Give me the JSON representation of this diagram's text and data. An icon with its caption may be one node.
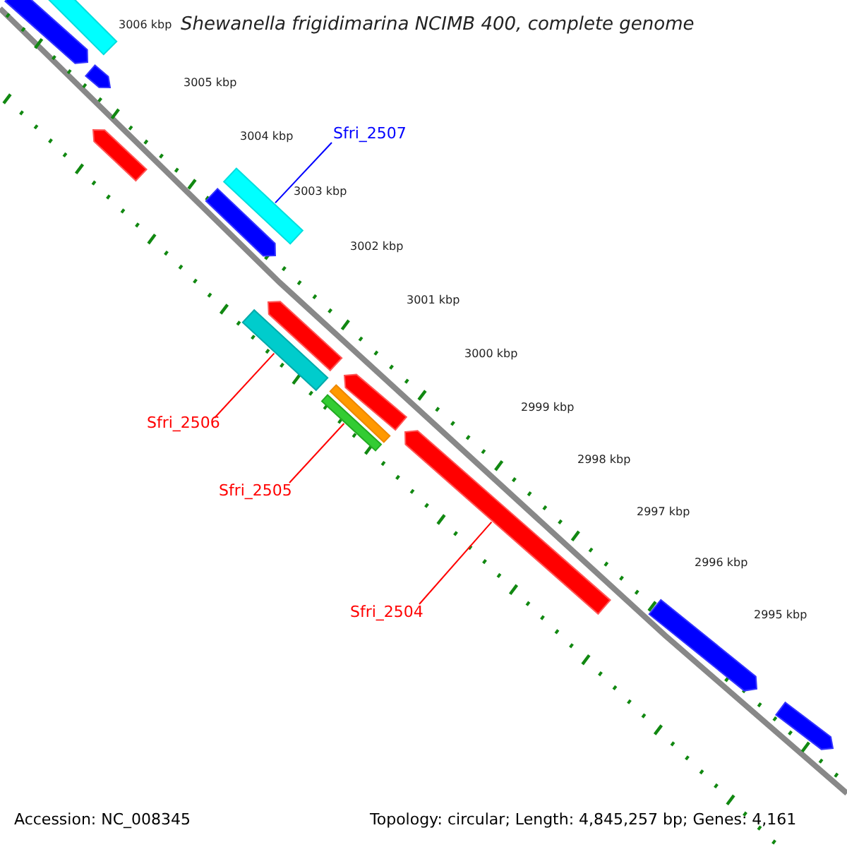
{
  "diagram": {
    "title": "Shewanella frigidimarina NCIMB 400, complete genome",
    "nodes": [
      {
        "text": [],
        "shape": "bar"
      },
      {
        "text": [],
        "shape": "bar"
      },
      {
        "text": [],
        "shape": "bar"
      },
      {
        "text": [],
        "shape": "bar"
      },
      {
        "text": [
          "Sfri_2507"
        ]
      },
      {
        "text": [],
        "shape": "bar"
      },
      {
        "text": [],
        "shape": "bar"
      },
      {
        "text": [],
        "shape": "bar"
      },
      {
        "text": [],
        "shape": "bar"
      },
      {
        "text": [
          "Sfri_2506"
        ]
      },
      {
        "text": [],
        "shape": "bar"
      },
      {
        "text": [],
        "shape": "bar"
      },
      {
        "text": [],
        "shape": "bar"
      },
      {
        "text": [
          "Sfri_2505"
        ]
      },
      {
        "text": [],
        "shape": "bar"
      },
      {
        "text": [
          "Sfri_2504"
        ]
      },
      {
        "text": [],
        "shape": "bar"
      },
      {
        "text": [],
        "shape": "bar"
      }
    ],
    "edges": [
      {
        "from": 4,
        "to": 5,
        "arrow": "none",
        "color": "#0000ff"
      },
      {
        "from": 9,
        "to": 8,
        "arrow": "none"
      },
      {
        "from": 13,
        "to": 12,
        "arrow": "none"
      },
      {
        "from": 15,
        "to": 14,
        "arrow": "none"
      }
    ],
    "labels": [
      "3006 kbp",
      "3005 kbp",
      "3004 kbp",
      "3003 kbp",
      "3002 kbp",
      "3001 kbp",
      "3000 kbp",
      "2999 kbp",
      "2998 kbp",
      "2997 kbp",
      "2996 kbp",
      "2995 kbp",
      "Accession: NC_008345",
      "Topology: circular; Length: 4,845,257 bp; Genes: 4,161"
    ]
  }
}
